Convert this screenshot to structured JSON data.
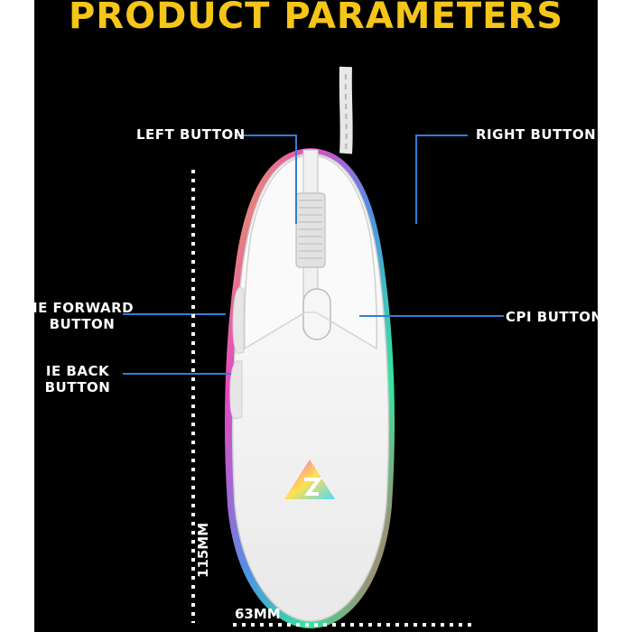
{
  "header": {
    "title": "PRODUCT PARAMETERS",
    "title_color": "#f5c518"
  },
  "labels": {
    "left_button": "LEFT BUTTON",
    "right_button": "RIGHT BUTTON",
    "forward_line1": "IE FORWARD",
    "forward_line2": "BUTTON",
    "back_line1": "IE BACK",
    "back_line2": "BUTTON",
    "cpi_button": "CPI BUTTON"
  },
  "dimensions": {
    "length": "115MM",
    "width": "63MM"
  },
  "colors": {
    "leader_line": "#2f7fd8",
    "background": "#000000",
    "mouse_body": "#f4f4f4"
  }
}
